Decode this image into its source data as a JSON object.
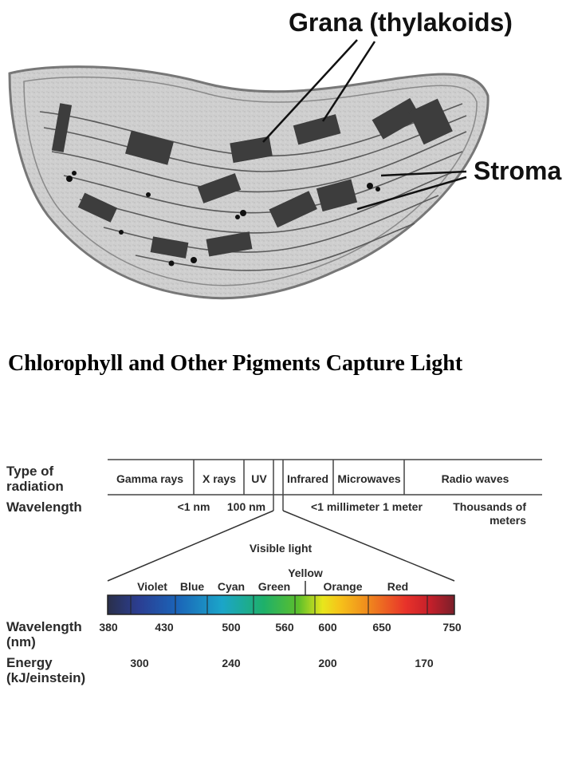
{
  "labels": {
    "grana": "Grana (thylakoids)",
    "stroma": "Stroma"
  },
  "heading": "Chlorophyll and Other Pigments Capture Light",
  "spectrum": {
    "row_labels": {
      "type_line1": "Type of",
      "type_line2": "radiation",
      "wavelength": "Wavelength",
      "wavelength_nm_line1": "Wavelength",
      "wavelength_nm_line2": "(nm)",
      "energy_line1": "Energy",
      "energy_line2": "(kJ/einstein)"
    },
    "radiation_types": [
      "Gamma rays",
      "X rays",
      "UV",
      "Infrared",
      "Microwaves",
      "Radio waves"
    ],
    "wavelengths": [
      "<1 nm",
      "100 nm",
      "<1 millimeter",
      "1 meter"
    ],
    "wavelength_far_line1": "Thousands of",
    "wavelength_far_line2": "meters",
    "visible_label": "Visible light",
    "colors": [
      "Violet",
      "Blue",
      "Cyan",
      "Green",
      "Yellow",
      "Orange",
      "Red"
    ],
    "nm_ticks": [
      "380",
      "430",
      "500",
      "560",
      "600",
      "650",
      "750"
    ],
    "energy_ticks": [
      "300",
      "240",
      "200",
      "170"
    ],
    "gradient": [
      "#2a2f4a",
      "#2b3e92",
      "#1b64b8",
      "#1ba5c9",
      "#1eb06a",
      "#5cbf2b",
      "#e8e61c",
      "#f6c21a",
      "#f08a1d",
      "#e8322a",
      "#c41f2a",
      "#7a1f2a"
    ]
  }
}
